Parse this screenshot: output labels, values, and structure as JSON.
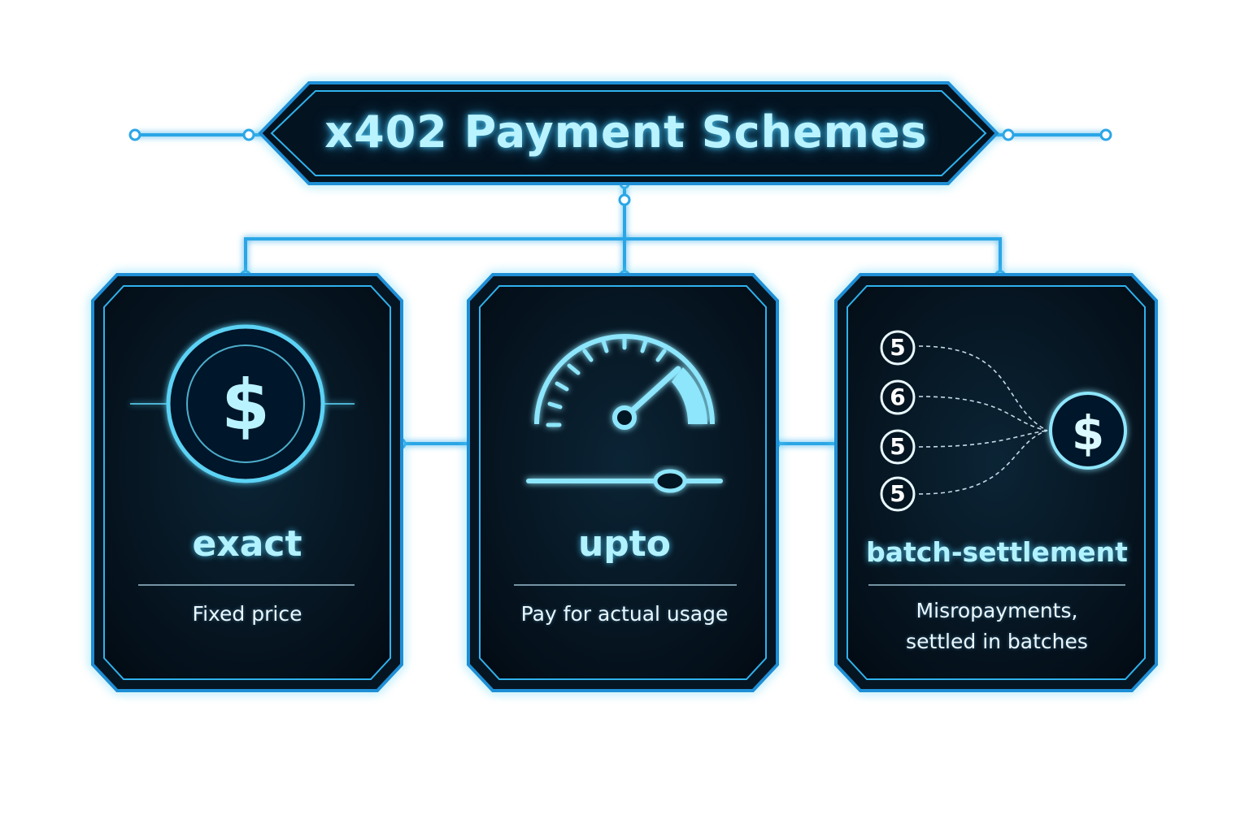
{
  "title": "x402 Payment Schemes",
  "colors": {
    "background": "#ffffff",
    "panel": "#061522",
    "frame": "#1f8fd6",
    "glow": "#5cd3f5",
    "text": "#b2f2ff"
  },
  "cards": [
    {
      "name": "exact",
      "description": "Fixed price",
      "icon": "dollar-coin-icon"
    },
    {
      "name": "upto",
      "description": "Pay for actual usage",
      "icon": "gauge-icon"
    },
    {
      "name": "batch-settlement",
      "description_lines": [
        "Misropayments,",
        "settled in batches"
      ],
      "icon": "batch-coins-icon",
      "coins": [
        "5",
        "6",
        "5",
        "5"
      ]
    }
  ]
}
